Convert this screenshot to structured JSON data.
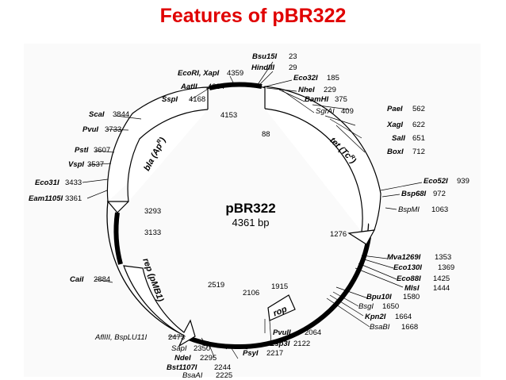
{
  "title": "Features of pBR322",
  "plasmid": {
    "name": "pBR322",
    "size": "4361 bp"
  },
  "genes": [
    {
      "label": "tet (Tc",
      "sup": "R",
      "close": ")"
    },
    {
      "label": "bla (Ap",
      "sup": "R",
      "close": ")"
    },
    {
      "label": "rep (pMB1)"
    },
    {
      "label": "rop"
    }
  ],
  "positions": [
    "4153",
    "88",
    "3293",
    "3133",
    "1276",
    "2519",
    "2106",
    "1915"
  ],
  "sites": [
    {
      "name": "Bsu15I",
      "pos": "23"
    },
    {
      "name": "HindIII",
      "pos": "29"
    },
    {
      "name": "EcoRI, XapI",
      "pos": "4359"
    },
    {
      "name": "Eco32I",
      "pos": "185"
    },
    {
      "name": "AatII",
      "pos": "4284"
    },
    {
      "name": "NheI",
      "pos": "229"
    },
    {
      "name": "SspI",
      "pos": "4168"
    },
    {
      "name": "BamHI",
      "pos": "375"
    },
    {
      "name": "SgrAI",
      "pos": "409"
    },
    {
      "name": "ScaI",
      "pos": "3844"
    },
    {
      "name": "PaeI",
      "pos": "562"
    },
    {
      "name": "PvuI",
      "pos": "3733"
    },
    {
      "name": "XagI",
      "pos": "622"
    },
    {
      "name": "SalI",
      "pos": "651"
    },
    {
      "name": "PstI",
      "pos": "3607"
    },
    {
      "name": "BoxI",
      "pos": "712"
    },
    {
      "name": "VspI",
      "pos": "3537"
    },
    {
      "name": "Eco31I",
      "pos": "3433"
    },
    {
      "name": "Eco52I",
      "pos": "939"
    },
    {
      "name": "Eam1105I",
      "pos": "3361"
    },
    {
      "name": "Bsp68I",
      "pos": "972"
    },
    {
      "name": "BspMI",
      "pos": "1063"
    },
    {
      "name": "Mva1269I",
      "pos": "1353"
    },
    {
      "name": "Eco130I",
      "pos": "1369"
    },
    {
      "name": "Eco88I",
      "pos": "1425"
    },
    {
      "name": "MlsI",
      "pos": "1444"
    },
    {
      "name": "CaiI",
      "pos": "2884"
    },
    {
      "name": "Bpu10I",
      "pos": "1580"
    },
    {
      "name": "BsgI",
      "pos": "1650"
    },
    {
      "name": "Kpn2I",
      "pos": "1664"
    },
    {
      "name": "AflIII, BspLU11I",
      "pos": "2473"
    },
    {
      "name": "BsaBI",
      "pos": "1668"
    },
    {
      "name": "SapI",
      "pos": "2350"
    },
    {
      "name": "PvuII",
      "pos": "2064"
    },
    {
      "name": "NdeI",
      "pos": "2295"
    },
    {
      "name": "Esp3I",
      "pos": "2122"
    },
    {
      "name": "Bst1107I",
      "pos": "2244"
    },
    {
      "name": "PsyI",
      "pos": "2217"
    },
    {
      "name": "BsaAI",
      "pos": "2225"
    }
  ]
}
